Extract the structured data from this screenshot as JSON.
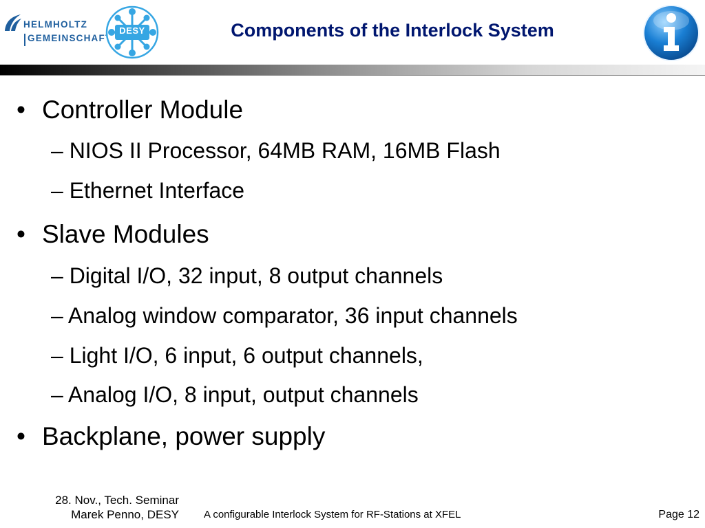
{
  "header": {
    "org_logo": {
      "line1": "HELMHOLTZ",
      "line2": "GEMEINSCHAFT"
    },
    "desy_logo": "DESY",
    "title": "Components of the Interlock System",
    "info_icon": "info-icon"
  },
  "bullets": [
    {
      "bullet": "•",
      "text": "Controller Module"
    },
    {
      "text": "– NIOS II Processor, 64MB RAM, 16MB Flash"
    },
    {
      "text": "– Ethernet Interface"
    },
    {
      "bullet": "•",
      "text": "Slave Modules"
    },
    {
      "text": "– Digital I/O, 32 input, 8 output channels"
    },
    {
      "text": "– Analog window comparator, 36 input channels"
    },
    {
      "text": "– Light I/O, 6 input, 6 output channels,"
    },
    {
      "text": "– Analog I/O, 8 input, output channels"
    },
    {
      "bullet": "•",
      "text": "Backplane, power supply"
    }
  ],
  "footer": {
    "date_event": "28. Nov., Tech. Seminar",
    "author": "Marek Penno, DESY",
    "center": "A configurable Interlock System for RF-Stations at XFEL",
    "page": "Page 12"
  },
  "colors": {
    "title": "#00166f",
    "helmholtz": "#1f5f9e",
    "desy": "#36a6e3",
    "info": "#1a7fd4"
  }
}
